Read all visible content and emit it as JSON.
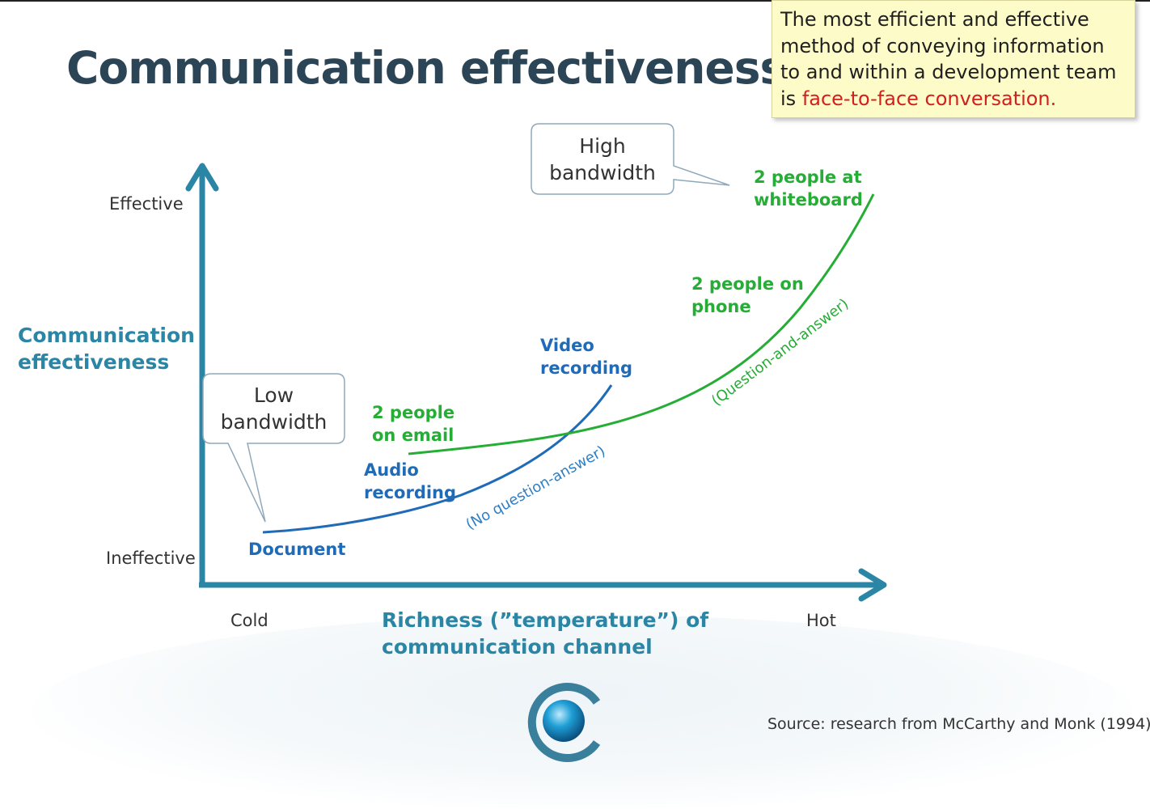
{
  "slide": {
    "title": "Communication effectiveness",
    "note": {
      "text": "The most efficient and effective method of conveying information to and within a development team is ",
      "highlight": "face-to-face conversation."
    },
    "y_axis": {
      "title_line1": "Communication",
      "title_line2": "effectiveness",
      "top_label": "Effective",
      "bottom_label": "Ineffective"
    },
    "x_axis": {
      "title_line1": "Richness (”temperature”) of",
      "title_line2": "communication channel",
      "left_label": "Cold",
      "right_label": "Hot"
    },
    "bubbles": {
      "high_line1": "High",
      "high_line2": "bandwidth",
      "low_line1": "Low",
      "low_line2": "bandwidth"
    },
    "points": {
      "document": "Document",
      "audio_line1": "Audio",
      "audio_line2": "recording",
      "video_line1": "Video",
      "video_line2": "recording",
      "email_line1": "2 people",
      "email_line2": "on email",
      "phone_line1": "2 people on",
      "phone_line2": "phone",
      "whiteboard_line1": "2 people at",
      "whiteboard_line2": "whiteboard"
    },
    "curve_labels": {
      "no_qa": "(No question-answer)",
      "qa": "(Question-and-answer)"
    },
    "source": "Source: research from McCarthy and Monk (1994)",
    "colors": {
      "axis": "#2b86a5",
      "blue_curve": "#1f6bb8",
      "green_curve": "#25ad35",
      "title": "#2c4556",
      "highlight": "#d21f1f"
    }
  }
}
